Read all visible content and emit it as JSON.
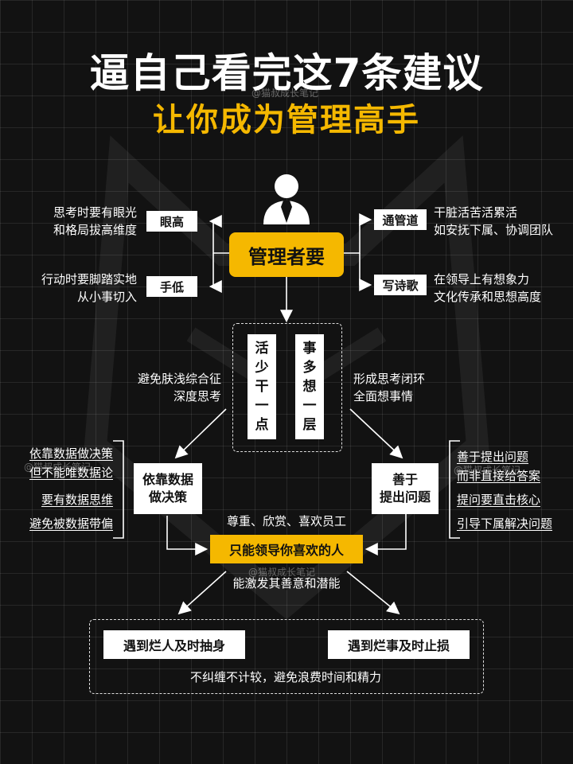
{
  "header": {
    "title": "逼自己看完这7条建议",
    "subtitle": "让你成为管理高手",
    "watermark": "@猫叔成长笔记"
  },
  "center": {
    "label": "管理者要",
    "icon": "manager-person-icon"
  },
  "branches": {
    "yangao": {
      "label": "眼高",
      "desc1": "思考时要有眼光",
      "desc2": "和格局拔高维度"
    },
    "shoudi": {
      "label": "手低",
      "desc1": "行动时要脚踏实地",
      "desc2": "从小事切入"
    },
    "tongguandao": {
      "label": "通管道",
      "desc1": "干脏活苦活累活",
      "desc2": "如安抚下属、协调团队"
    },
    "xieshige": {
      "label": "写诗歌",
      "desc1": "在领导上有想象力",
      "desc2": "文化传承和思想高度"
    }
  },
  "columns": {
    "left": {
      "chars": [
        "活",
        "少",
        "干",
        "一",
        "点"
      ]
    },
    "right": {
      "chars": [
        "事",
        "多",
        "想",
        "一",
        "层"
      ]
    },
    "left_note1": "避免肤浅综合征",
    "left_note2": "深度思考",
    "right_note1": "形成思考闭环",
    "right_note2": "全面想事情"
  },
  "data_decision": {
    "label1": "依靠数据",
    "label2": "做决策",
    "items": [
      "依靠数据做决策",
      "但不能唯数据论",
      "要有数据思维",
      "避免被数据带偏"
    ]
  },
  "raise_issues": {
    "label1": "善于",
    "label2": "提出问题",
    "items": [
      "善于提出问题",
      "而非直接给答案",
      "提问要直击核心",
      "引导下属解决问题"
    ]
  },
  "lead": {
    "above": "尊重、欣赏、喜欢员工",
    "label": "只能领导你喜欢的人",
    "below": "能激发其善意和潜能"
  },
  "bottom": {
    "left_label": "遇到烂人及时抽身",
    "right_label": "遇到烂事及时止损",
    "note": "不纠缠不计较，避免浪费时间和精力"
  },
  "colors": {
    "accent": "#f5b800",
    "background": "#121212",
    "box": "#ffffff"
  }
}
